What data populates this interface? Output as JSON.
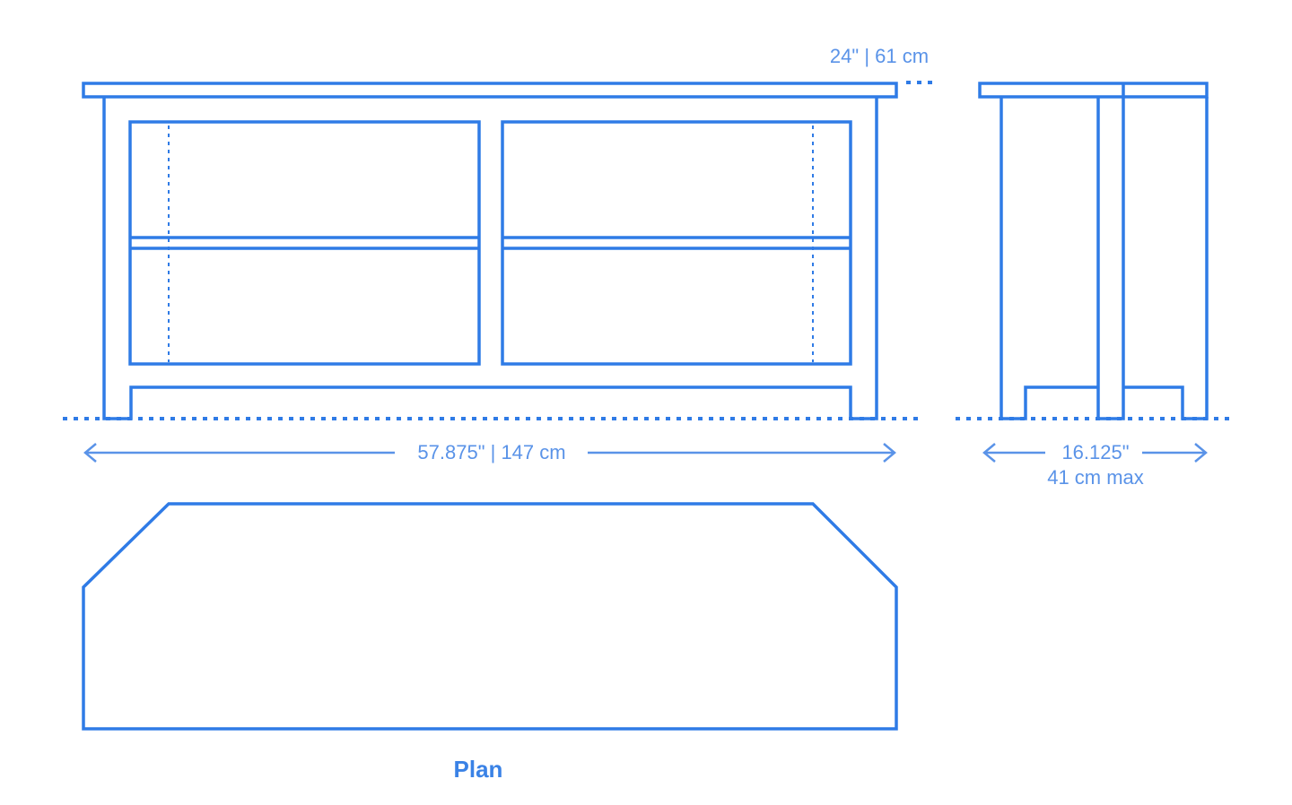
{
  "labels": {
    "height": "24\" | 61 cm",
    "width": "57.875\" | 147 cm",
    "depth_in": "16.125\"",
    "depth_cm": "41 cm max",
    "plan": "Plan"
  },
  "colors": {
    "line": "#2f7be6",
    "text": "#5a93e8"
  }
}
